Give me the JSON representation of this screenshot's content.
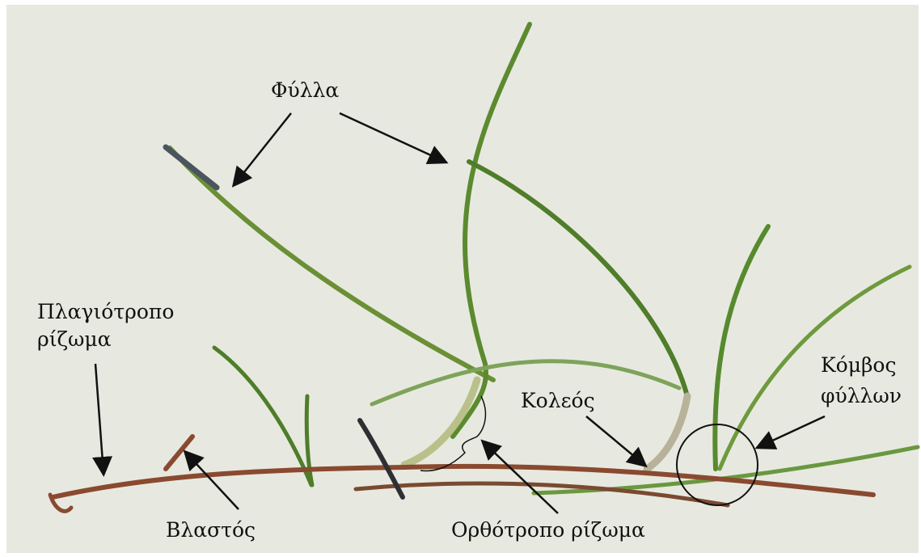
{
  "labels": {
    "leaves": "Φύλλα",
    "plagiotropic_rhizome_line1": "Πλαγιότροπο",
    "plagiotropic_rhizome_line2": "ρίζωμα",
    "sheath": "Κολεός",
    "leaf_node_line1": "Κόμβος",
    "leaf_node_line2": "φύλλων",
    "shoot": "Βλαστός",
    "orthotropic_rhizome": "Ορθότροπο ρίζωμα"
  },
  "colors": {
    "background": "#e7e9e0",
    "leaf": "#5f8a34",
    "rhizome": "#8a4a30",
    "annotation": "#111111"
  }
}
